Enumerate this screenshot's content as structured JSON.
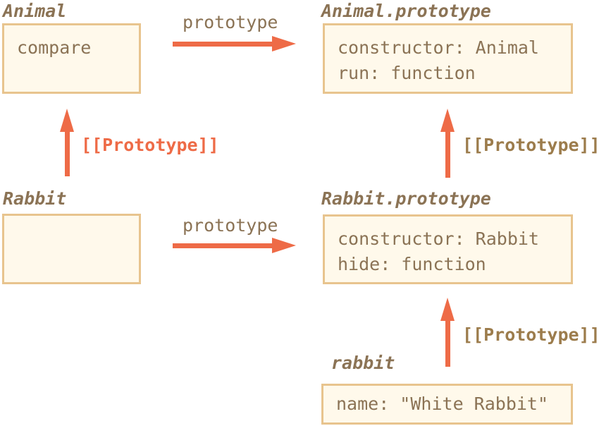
{
  "colors": {
    "background": "#ffffff",
    "box_fill": "#fff9eb",
    "box_border": "#e8c48e",
    "text_brown": "#8b7355",
    "arrow_coral": "#ee6b47",
    "prototype_gold": "#9c7c4c"
  },
  "nodes": {
    "animal": {
      "title": "Animal",
      "members": [
        "compare"
      ]
    },
    "animal_prototype": {
      "title": "Animal.prototype",
      "members": [
        "constructor: Animal",
        "run: function"
      ]
    },
    "rabbit_ctor": {
      "title": "Rabbit",
      "members": []
    },
    "rabbit_prototype": {
      "title": "Rabbit.prototype",
      "members": [
        "constructor: Rabbit",
        "hide: function"
      ]
    },
    "rabbit_instance": {
      "title": "rabbit",
      "members": [
        "name: \"White Rabbit\""
      ]
    }
  },
  "arrows": {
    "animal_to_proto": {
      "label": "prototype",
      "direction": "right"
    },
    "rabbit_to_proto": {
      "label": "prototype",
      "direction": "right"
    },
    "rabbit_extends_animal": {
      "label": "[[Prototype]]",
      "direction": "up"
    },
    "rabbitproto_to_animalproto": {
      "label": "[[Prototype]]",
      "direction": "up"
    },
    "rabbit_instance_to_proto": {
      "label": "[[Prototype]]",
      "direction": "up"
    }
  }
}
